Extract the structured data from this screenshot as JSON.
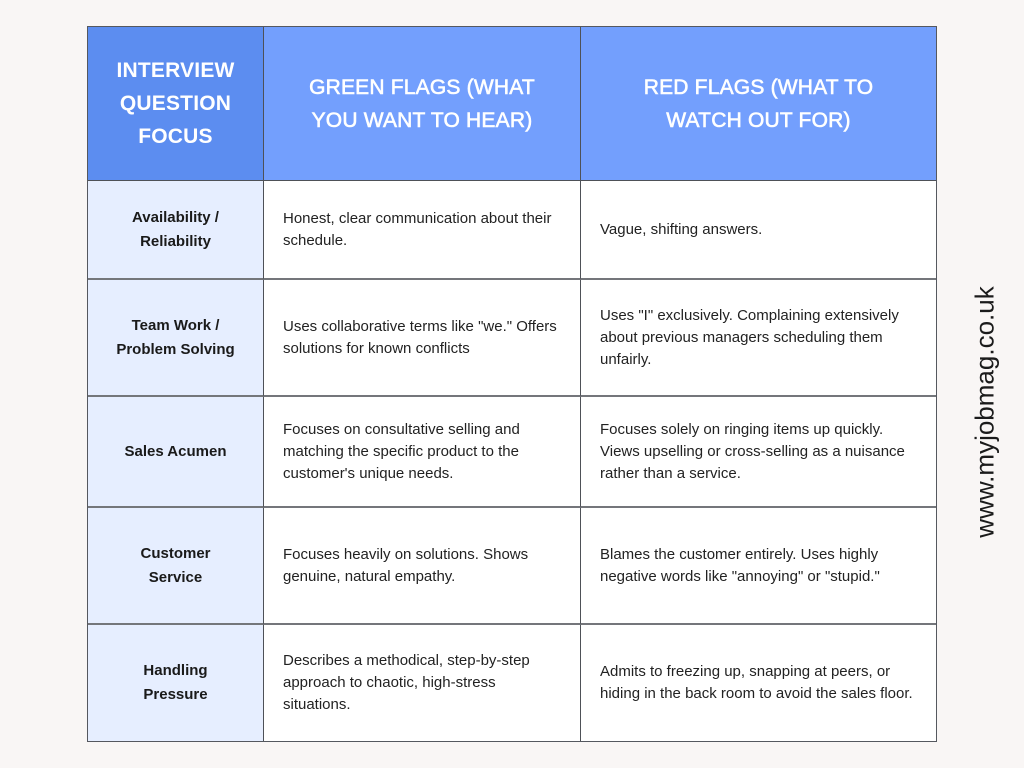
{
  "colors": {
    "page_background": "#f9f6f5",
    "header_first_col": "#5c8df0",
    "header_other_cols": "#739ffd",
    "focus_column_background": "#e6eeff",
    "cell_background": "#ffffff",
    "border": "#55585f"
  },
  "table": {
    "headers": [
      "INTERVIEW QUESTION FOCUS",
      "GREEN FLAGS (WHAT YOU WANT TO HEAR)",
      "RED FLAGS (WHAT TO WATCH OUT FOR)"
    ],
    "rows": [
      {
        "focus": "Availability / Reliability",
        "green": "Honest, clear communication about their schedule.",
        "red": "Vague, shifting answers."
      },
      {
        "focus": "Team Work / Problem Solving",
        "green": "Uses collaborative terms like \"we.\" Offers solutions for known conflicts",
        "red": "Uses \"I\" exclusively. Complaining extensively about previous managers scheduling them unfairly."
      },
      {
        "focus": "Sales Acumen",
        "green": "Focuses on consultative selling and matching the specific product to the customer's unique needs.",
        "red": "Focuses solely on ringing items up quickly. Views upselling or cross-selling as a nuisance rather than a service."
      },
      {
        "focus": "Customer Service",
        "green": "Focuses heavily on solutions. Shows genuine, natural empathy.",
        "red": "Blames the customer entirely. Uses highly negative words like \"annoying\" or \"stupid.\""
      },
      {
        "focus": "Handling Pressure",
        "green": "Describes a methodical, step-by-step approach to chaotic, high-stress situations.",
        "red": "Admits to freezing up, snapping at peers, or hiding in the back room to avoid the sales floor."
      }
    ]
  },
  "watermark": {
    "url": "www.myjobmag.co.uk"
  }
}
